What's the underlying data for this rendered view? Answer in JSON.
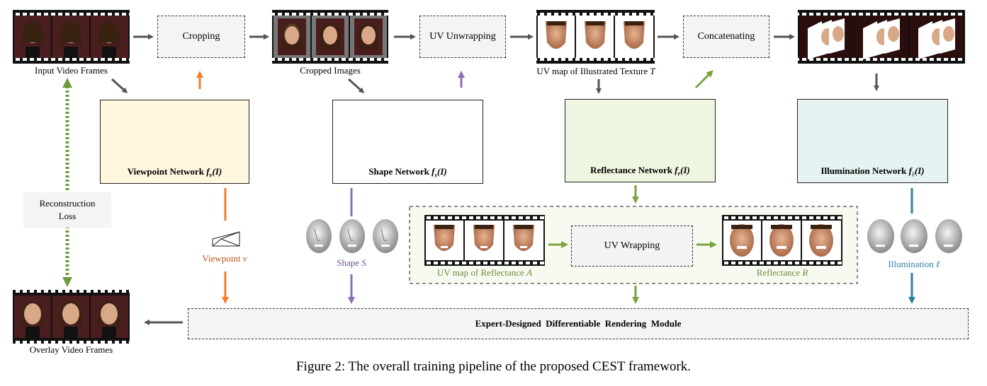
{
  "colors": {
    "viewpoint": "#F07F2B",
    "shape": "#8E6EB2",
    "reflectance": "#7BA23F",
    "illumination": "#2D7E9C",
    "gray_arrow": "#555555",
    "green_dotted": "#6E9A3A"
  },
  "labels": {
    "input_frames": "Input Video Frames",
    "cropped_images": "Cropped Images",
    "uv_illustrated": "UV map of Illustrated Texture",
    "uv_illustrated_sym": "T",
    "overlay_frames": "Overlay Video Frames",
    "viewpoint_v": "Viewpoint",
    "viewpoint_sym": "v",
    "shape_s": "Shape",
    "shape_sym": "S",
    "uv_reflectance": "UV map of Reflectance",
    "uv_reflectance_sym": "A",
    "reflectance_r": "Reflectance",
    "reflectance_sym": "R",
    "illumination_l": "Illumination",
    "illumination_sym": "ℓ",
    "loss_line1": "Reconstruction",
    "loss_line2": "Loss"
  },
  "boxes": {
    "cropping": "Cropping",
    "uv_unwrapping": "UV Unwrapping",
    "concatenating": "Concatenating",
    "uv_wrapping": "UV Wrapping",
    "rendering": "Expert-Designed  Differentiable  Rendering  Module"
  },
  "networks": {
    "viewpoint": {
      "name": "Viewpoint Network",
      "sym": "f",
      "sub": "v",
      "arg": "(I)"
    },
    "shape": {
      "name": "Shape Network",
      "sym": "f",
      "sub": "s",
      "arg": "(I)"
    },
    "reflectance": {
      "name": "Reflectance Network",
      "sym": "f",
      "sub": "r",
      "arg": "(I)"
    },
    "illumination": {
      "name": "Illumination Network",
      "sym": "f",
      "sub": "ℓ",
      "arg": "(I)"
    }
  },
  "caption": "Figure 2: The overall training pipeline of the proposed CEST framework."
}
